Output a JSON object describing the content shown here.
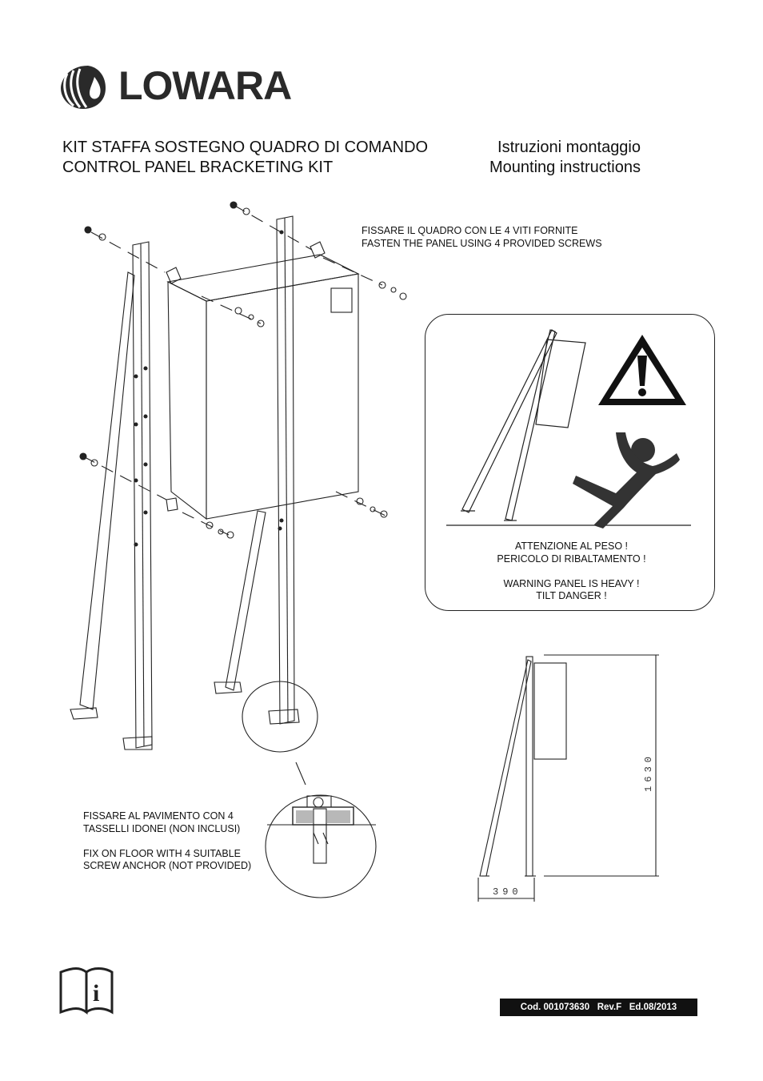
{
  "brand": {
    "name": "LOWARA"
  },
  "header": {
    "title_it": "KIT STAFFA SOSTEGNO QUADRO DI COMANDO",
    "title_en": "CONTROL PANEL BRACKETING KIT",
    "subtitle_it": "Istruzioni montaggio",
    "subtitle_en": "Mounting instructions"
  },
  "notes": {
    "fasten_it": "FISSARE IL QUADRO CON LE 4 VITI FORNITE",
    "fasten_en": "FASTEN THE PANEL USING 4 PROVIDED SCREWS",
    "floor_it": "FISSARE AL PAVIMENTO CON 4 TASSELLI IDONEI (NON INCLUSI)",
    "floor_en": "FIX ON FLOOR WITH 4 SUITABLE SCREW ANCHOR (NOT PROVIDED)"
  },
  "warning": {
    "line1_it": "ATTENZIONE AL PESO !",
    "line2_it": "PERICOLO DI RIBALTAMENTO !",
    "line1_en": "WARNING  PANEL IS HEAVY !",
    "line2_en": "TILT DANGER !"
  },
  "dimensions": {
    "width": "390",
    "height": "1630"
  },
  "footer": {
    "code": "Cod. 001073630   Rev.F   Ed.08/2013"
  },
  "icons": [
    "lowara-logo-icon",
    "warning-triangle-icon",
    "falling-person-icon",
    "info-manual-icon"
  ]
}
